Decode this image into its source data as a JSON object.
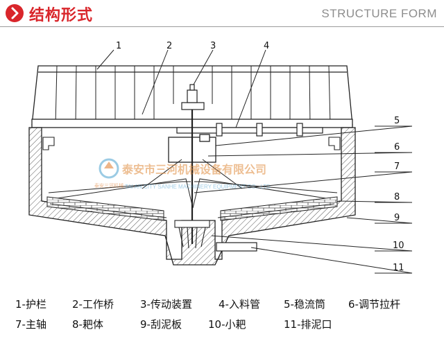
{
  "header": {
    "title_cn": "结构形式",
    "title_en": "STRUCTURE FORM",
    "icon": "chevron-right-icon",
    "accent_color": "#d9262b"
  },
  "watermark": {
    "company_cn": "泰安市三河机械设备有限公司",
    "company_en": "TAI AN CITY SANHE MACHINERY EQUIPMENT CO., LTD",
    "logo_caption": "泰安三河机械"
  },
  "callouts": [
    "1",
    "2",
    "3",
    "4",
    "5",
    "6",
    "7",
    "8",
    "9",
    "10",
    "11"
  ],
  "legend": {
    "row1": [
      "1-护栏",
      "2-工作桥",
      "3-传动装置",
      "4-入料管",
      "5-稳流筒",
      "6-调节拉杆"
    ],
    "row2": [
      "7-主轴",
      "8-耙体",
      "9-刮泥板",
      "10-小耙",
      "11-排泥口"
    ]
  }
}
